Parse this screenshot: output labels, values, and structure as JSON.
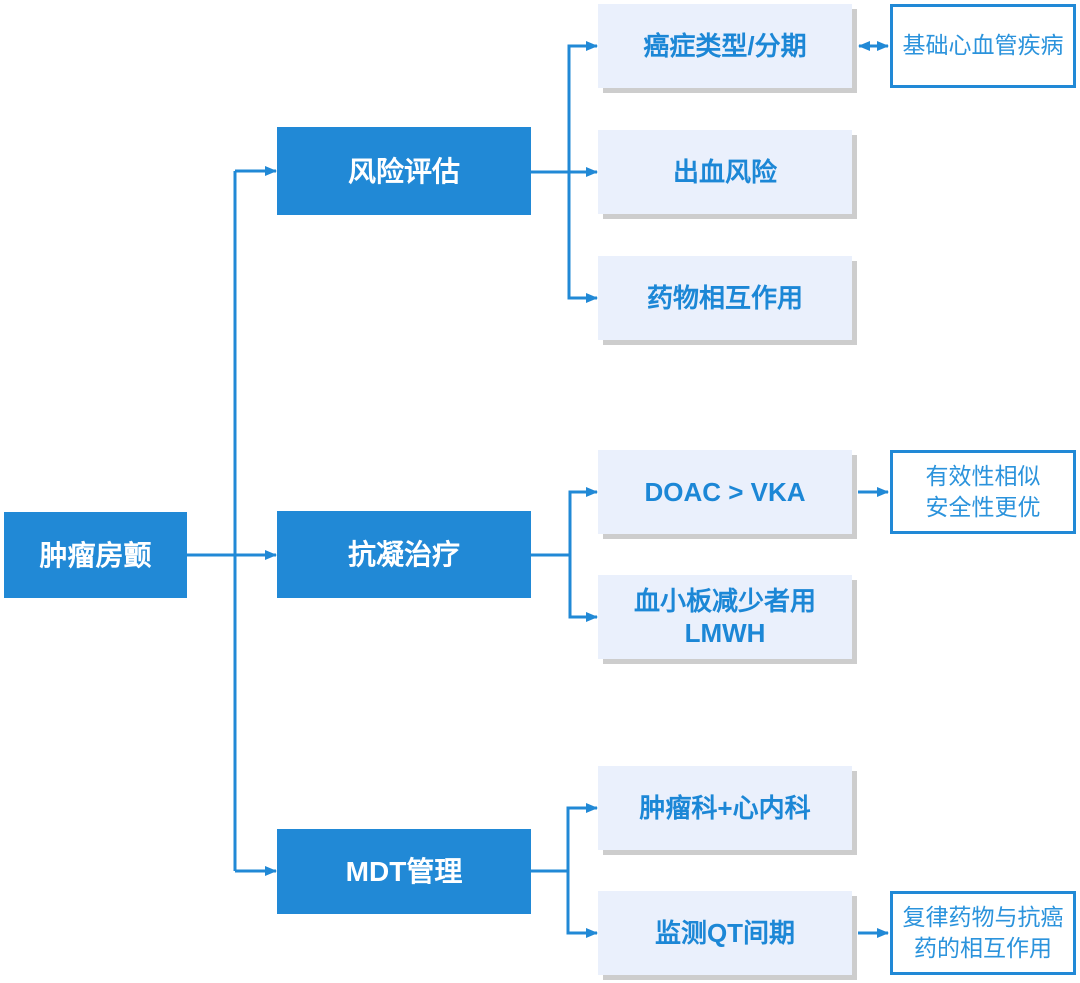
{
  "colors": {
    "primary_blue": "#2189D6",
    "light_node_fill": "#EAF0FC",
    "light_node_text": "#1C87D6",
    "outline_node_text": "#2B93DC",
    "node_shadow": "#CDCDCD",
    "solid_node_text": "#FFFFFF",
    "background": "#FFFFFF"
  },
  "diagram": {
    "type": "flowchart",
    "root": {
      "label": "肿瘤房颤"
    },
    "branches": [
      {
        "label": "风险评估",
        "children": [
          {
            "label": "癌症类型/分期",
            "note": {
              "label": "基础心血管疾病",
              "arrow": "bidirectional"
            }
          },
          {
            "label": "出血风险"
          },
          {
            "label": "药物相互作用"
          }
        ]
      },
      {
        "label": "抗凝治疗",
        "children": [
          {
            "label": "DOAC > VKA",
            "note": {
              "label": "有效性相似\n安全性更优",
              "arrow": "single"
            }
          },
          {
            "label": "血小板减少者用\nLMWH"
          }
        ]
      },
      {
        "label": "MDT管理",
        "children": [
          {
            "label": "肿瘤科+心内科"
          },
          {
            "label": "监测QT间期",
            "note": {
              "label": "复律药物与抗癌\n药的相互作用",
              "arrow": "single"
            }
          }
        ]
      }
    ]
  }
}
